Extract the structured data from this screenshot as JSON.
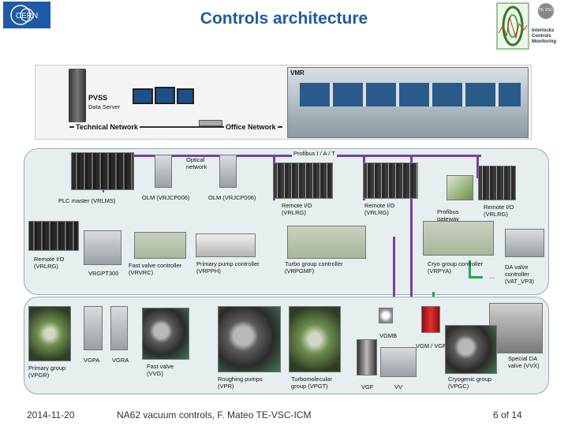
{
  "header": {
    "title": "Controls architecture",
    "logo_left": "CERN",
    "logo_right_badge": "TE VSC",
    "logo_right_text": "Interlocks Controls Monitoring"
  },
  "top_panel": {
    "vmr": "VMR",
    "pvss_title": "PVSS",
    "pvss_sub": "Data Server",
    "technical_network": "Technical Network",
    "office_network": "Office Network"
  },
  "bus": {
    "profibus": "Profibus I / A / T",
    "optical": "Optical network"
  },
  "labels": {
    "plc_master": "PLC master (VRLMS)",
    "olm1": "OLM (VRJCP006)",
    "olm2": "OLM (VRJCP006)",
    "remote_io_1": "Remote I/O (VRLRG)",
    "remote_io_2": "Remote I/O (VRLRG)",
    "profibus_gateway": "Profibus gateway (VRJCP007)",
    "remote_io_3": "Remote I/O (VRLRG)",
    "remote_io_left": "Remote I/O (VRLRG)",
    "vrgpt300": "VRGPT300",
    "fast_valve_controller": "Fast valve controller (VRVRC)",
    "primary_pump_controller": "Primary pump controller (VRPPH)",
    "turbo_group_controller": "Turbo group controller (VRPGMF)",
    "cryo_group_controller": "Cryo group controller (VRPYA)",
    "cryo_ellipsis": "…",
    "da_valve_controller": "DA valve controller (VAT_VP3)",
    "vgmb": "VGMB",
    "vgm_vgf": "VGM / VGF",
    "special_da_valve": "Special DA valve (VVX)",
    "primary_group": "Primary group (VPGR)",
    "vgpa": "VGPA",
    "vgra": "VGRA",
    "fast_valve": "Fast valve (VVG)",
    "roughing_pumps": "Roughing pumps (VPR)",
    "turbomolecular_group": "Turbomolecular group (VPGT)",
    "vgf": "VGF",
    "vv": "VV",
    "cryogenic_group": "Cryogenic group (VPGC)"
  },
  "footer": {
    "date": "2014-11-20",
    "caption": "NA62 vacuum controls, F. Mateo TE-VSC-ICM",
    "page": "6 of 14"
  },
  "colors": {
    "title_blue": "#1f5aa6",
    "bus_purple": "#7b3fa0",
    "cryo_green": "#1fa84a",
    "panel_bg": "#e6eef0"
  },
  "icons": [
    "cern-logo",
    "te-vsc-logo",
    "server-icon",
    "monitor-icon",
    "network-switch-icon"
  ]
}
